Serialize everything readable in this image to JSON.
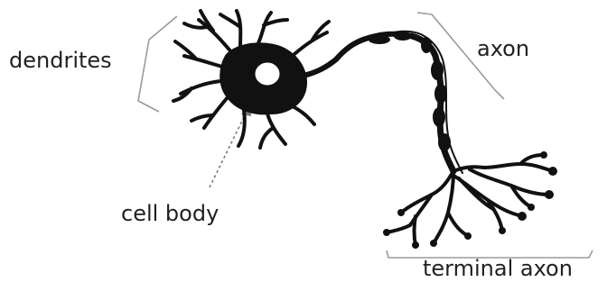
{
  "labels": {
    "dendrites": "dendrites",
    "axon": "axon",
    "cell_body": "cell body",
    "terminal_axon": "terminal axon"
  },
  "colors": {
    "ink": "#111111",
    "label": "#231f20",
    "bracket": "#9a9a9a",
    "arrow": "#7a7a7a",
    "nucleus_fill": "#ffffff"
  }
}
